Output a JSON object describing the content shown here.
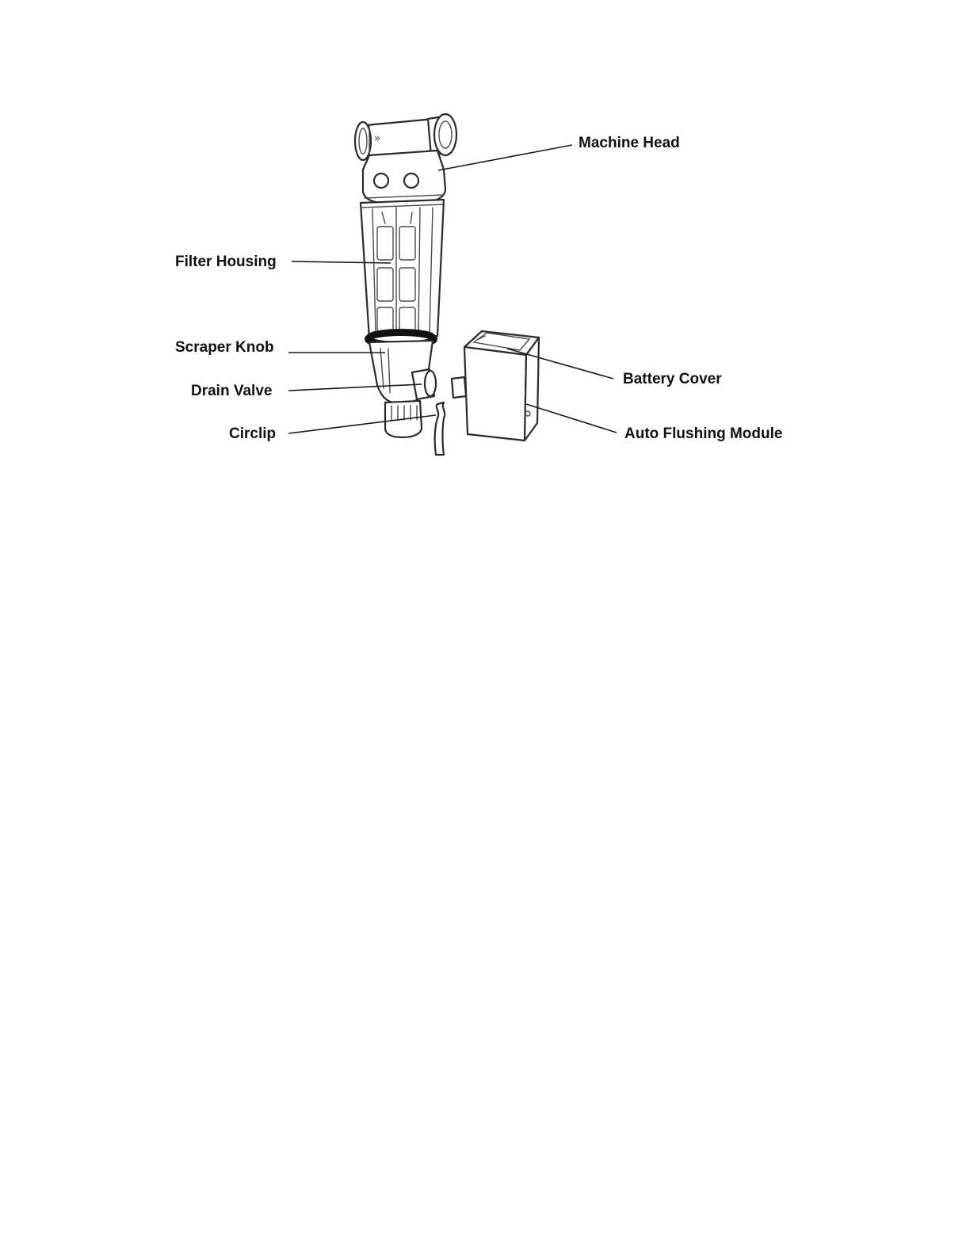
{
  "diagram": {
    "labels": {
      "machine_head": "Machine Head",
      "filter_housing": "Filter Housing",
      "scraper_knob": "Scraper Knob",
      "drain_valve": "Drain Valve",
      "circlip": "Circlip",
      "battery_cover": "Battery Cover",
      "auto_flushing_module": "Auto Flushing Module"
    },
    "head_marking": "»",
    "colors": {
      "line": "#2b2b2b",
      "text": "#111111",
      "ring": "#111111",
      "background": "#ffffff"
    }
  }
}
